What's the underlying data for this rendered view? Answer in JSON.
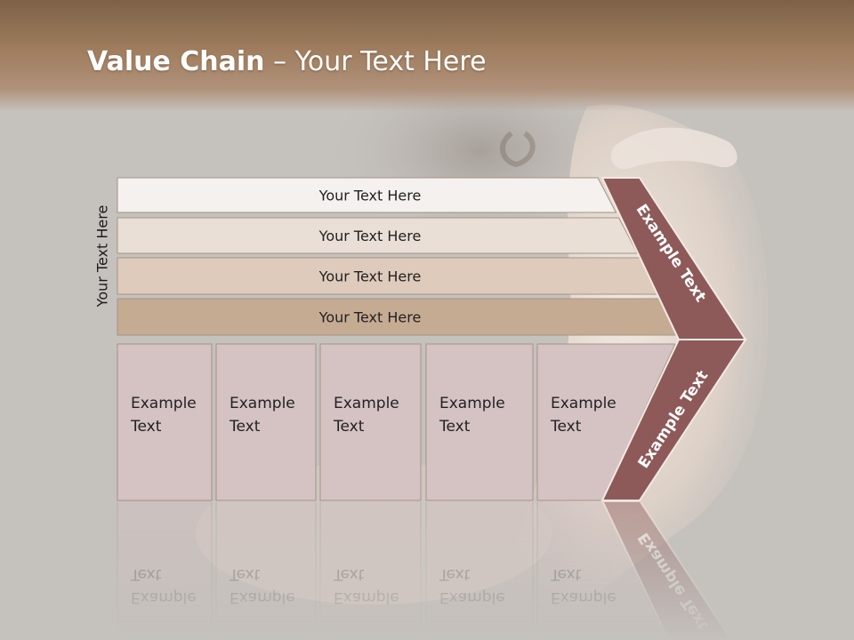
{
  "title": {
    "bold": "Value Chain",
    "rest": " – Your Text Here"
  },
  "side_label": "Your Text Here",
  "bars": [
    {
      "label": "Your Text Here",
      "color": "#f4f1ee"
    },
    {
      "label": "Your Text Here",
      "color": "#e9dfd6"
    },
    {
      "label": "Your Text Here",
      "color": "#decbbb"
    },
    {
      "label": "Your Text Here",
      "color": "#c6ab93"
    }
  ],
  "boxes": [
    {
      "line1": "Example",
      "line2": "Text"
    },
    {
      "line1": "Example",
      "line2": "Text"
    },
    {
      "line1": "Example",
      "line2": "Text"
    },
    {
      "line1": "Example",
      "line2": "Text"
    },
    {
      "line1": "Example",
      "line2": "Text"
    }
  ],
  "chevron": {
    "top_label": "Example Text",
    "bottom_label": "Example Text",
    "color": "#8d5a59"
  },
  "colors": {
    "box_fill": "#d5c2c3",
    "title_bar": "#9f7d5e",
    "background": "#c5c1bd"
  }
}
